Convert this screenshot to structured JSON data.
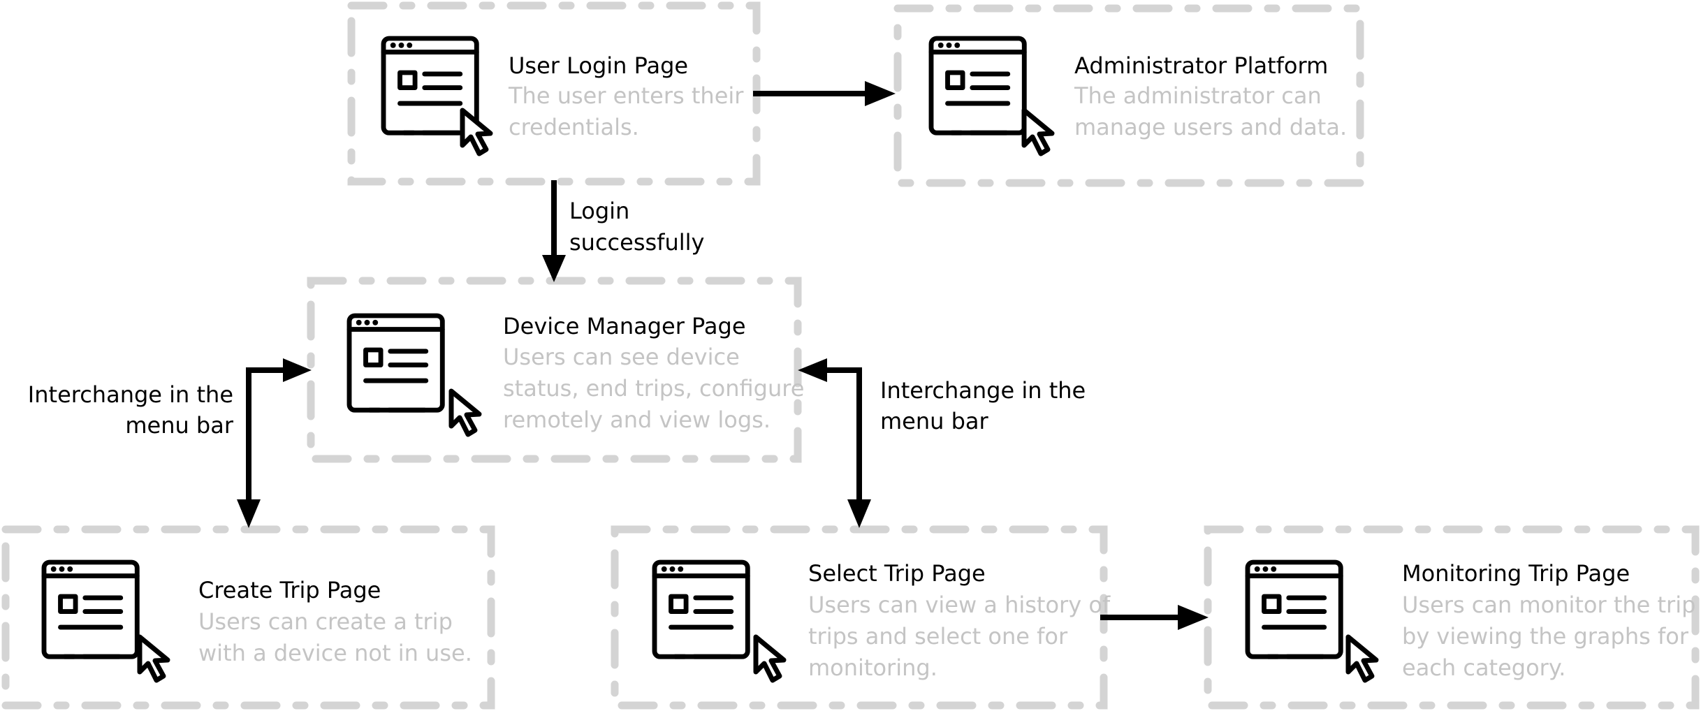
{
  "nodes": {
    "user_login": {
      "title": "User Login Page",
      "desc": [
        "The user enters their",
        "credentials."
      ]
    },
    "admin": {
      "title": "Administrator Platform",
      "desc": [
        "The administrator can",
        "manage users and data."
      ]
    },
    "device_manager": {
      "title": "Device Manager Page",
      "desc": [
        "Users can see device",
        "status, end trips, configure",
        "remotely and view logs."
      ]
    },
    "create_trip": {
      "title": "Create Trip Page",
      "desc": [
        "Users can create a trip",
        "with a device not in use."
      ]
    },
    "select_trip": {
      "title": "Select Trip Page",
      "desc": [
        "Users can view a history of",
        "trips and select one for",
        "monitoring."
      ]
    },
    "monitoring_trip": {
      "title": "Monitoring Trip Page",
      "desc": [
        "Users can monitor the trip",
        "by viewing the graphs for",
        "each category."
      ]
    }
  },
  "edges": {
    "login_success": [
      "Login",
      "successfully"
    ],
    "menu_left": [
      "Interchange in the",
      "menu bar"
    ],
    "menu_right": [
      "Interchange in the",
      "menu bar"
    ]
  },
  "icons": {
    "page": "webpage-cursor-icon"
  },
  "colors": {
    "frame": "#d4d4d4",
    "description": "#c4c4c4",
    "text": "#000000"
  }
}
